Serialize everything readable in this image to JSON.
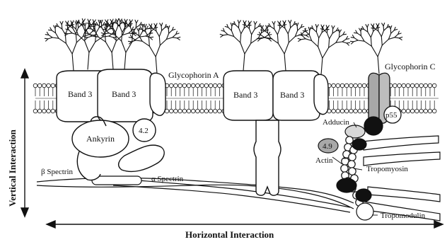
{
  "labels": {
    "glycophorin_a": "Glycophorin A",
    "glycophorin_c": "Glycophorin C",
    "band3_1": "Band 3",
    "band3_2": "Band 3",
    "band3_3": "Band 3",
    "band3_4": "Band 3",
    "ankyrin": "Ankyrin",
    "protein_4_2": "4.2",
    "protein_4_9": "4.9",
    "p55": "p55",
    "adducin": "Adducin",
    "actin": "Actin",
    "tropomyosin": "Tropomyosin",
    "tropomodulin": "Tropomodulin",
    "beta_spectrin": "β Spectrin",
    "alpha_spectrin": "α Spectrin",
    "vertical_axis": "Vertical Interaction",
    "horizontal_axis": "Horizontal Interaction"
  },
  "colors": {
    "ink": "#111111",
    "protein_fill": "#ffffff",
    "dark_protein": "#111111",
    "gray_protein": "#a8a8a8",
    "light_gray": "#d8d8d8"
  }
}
